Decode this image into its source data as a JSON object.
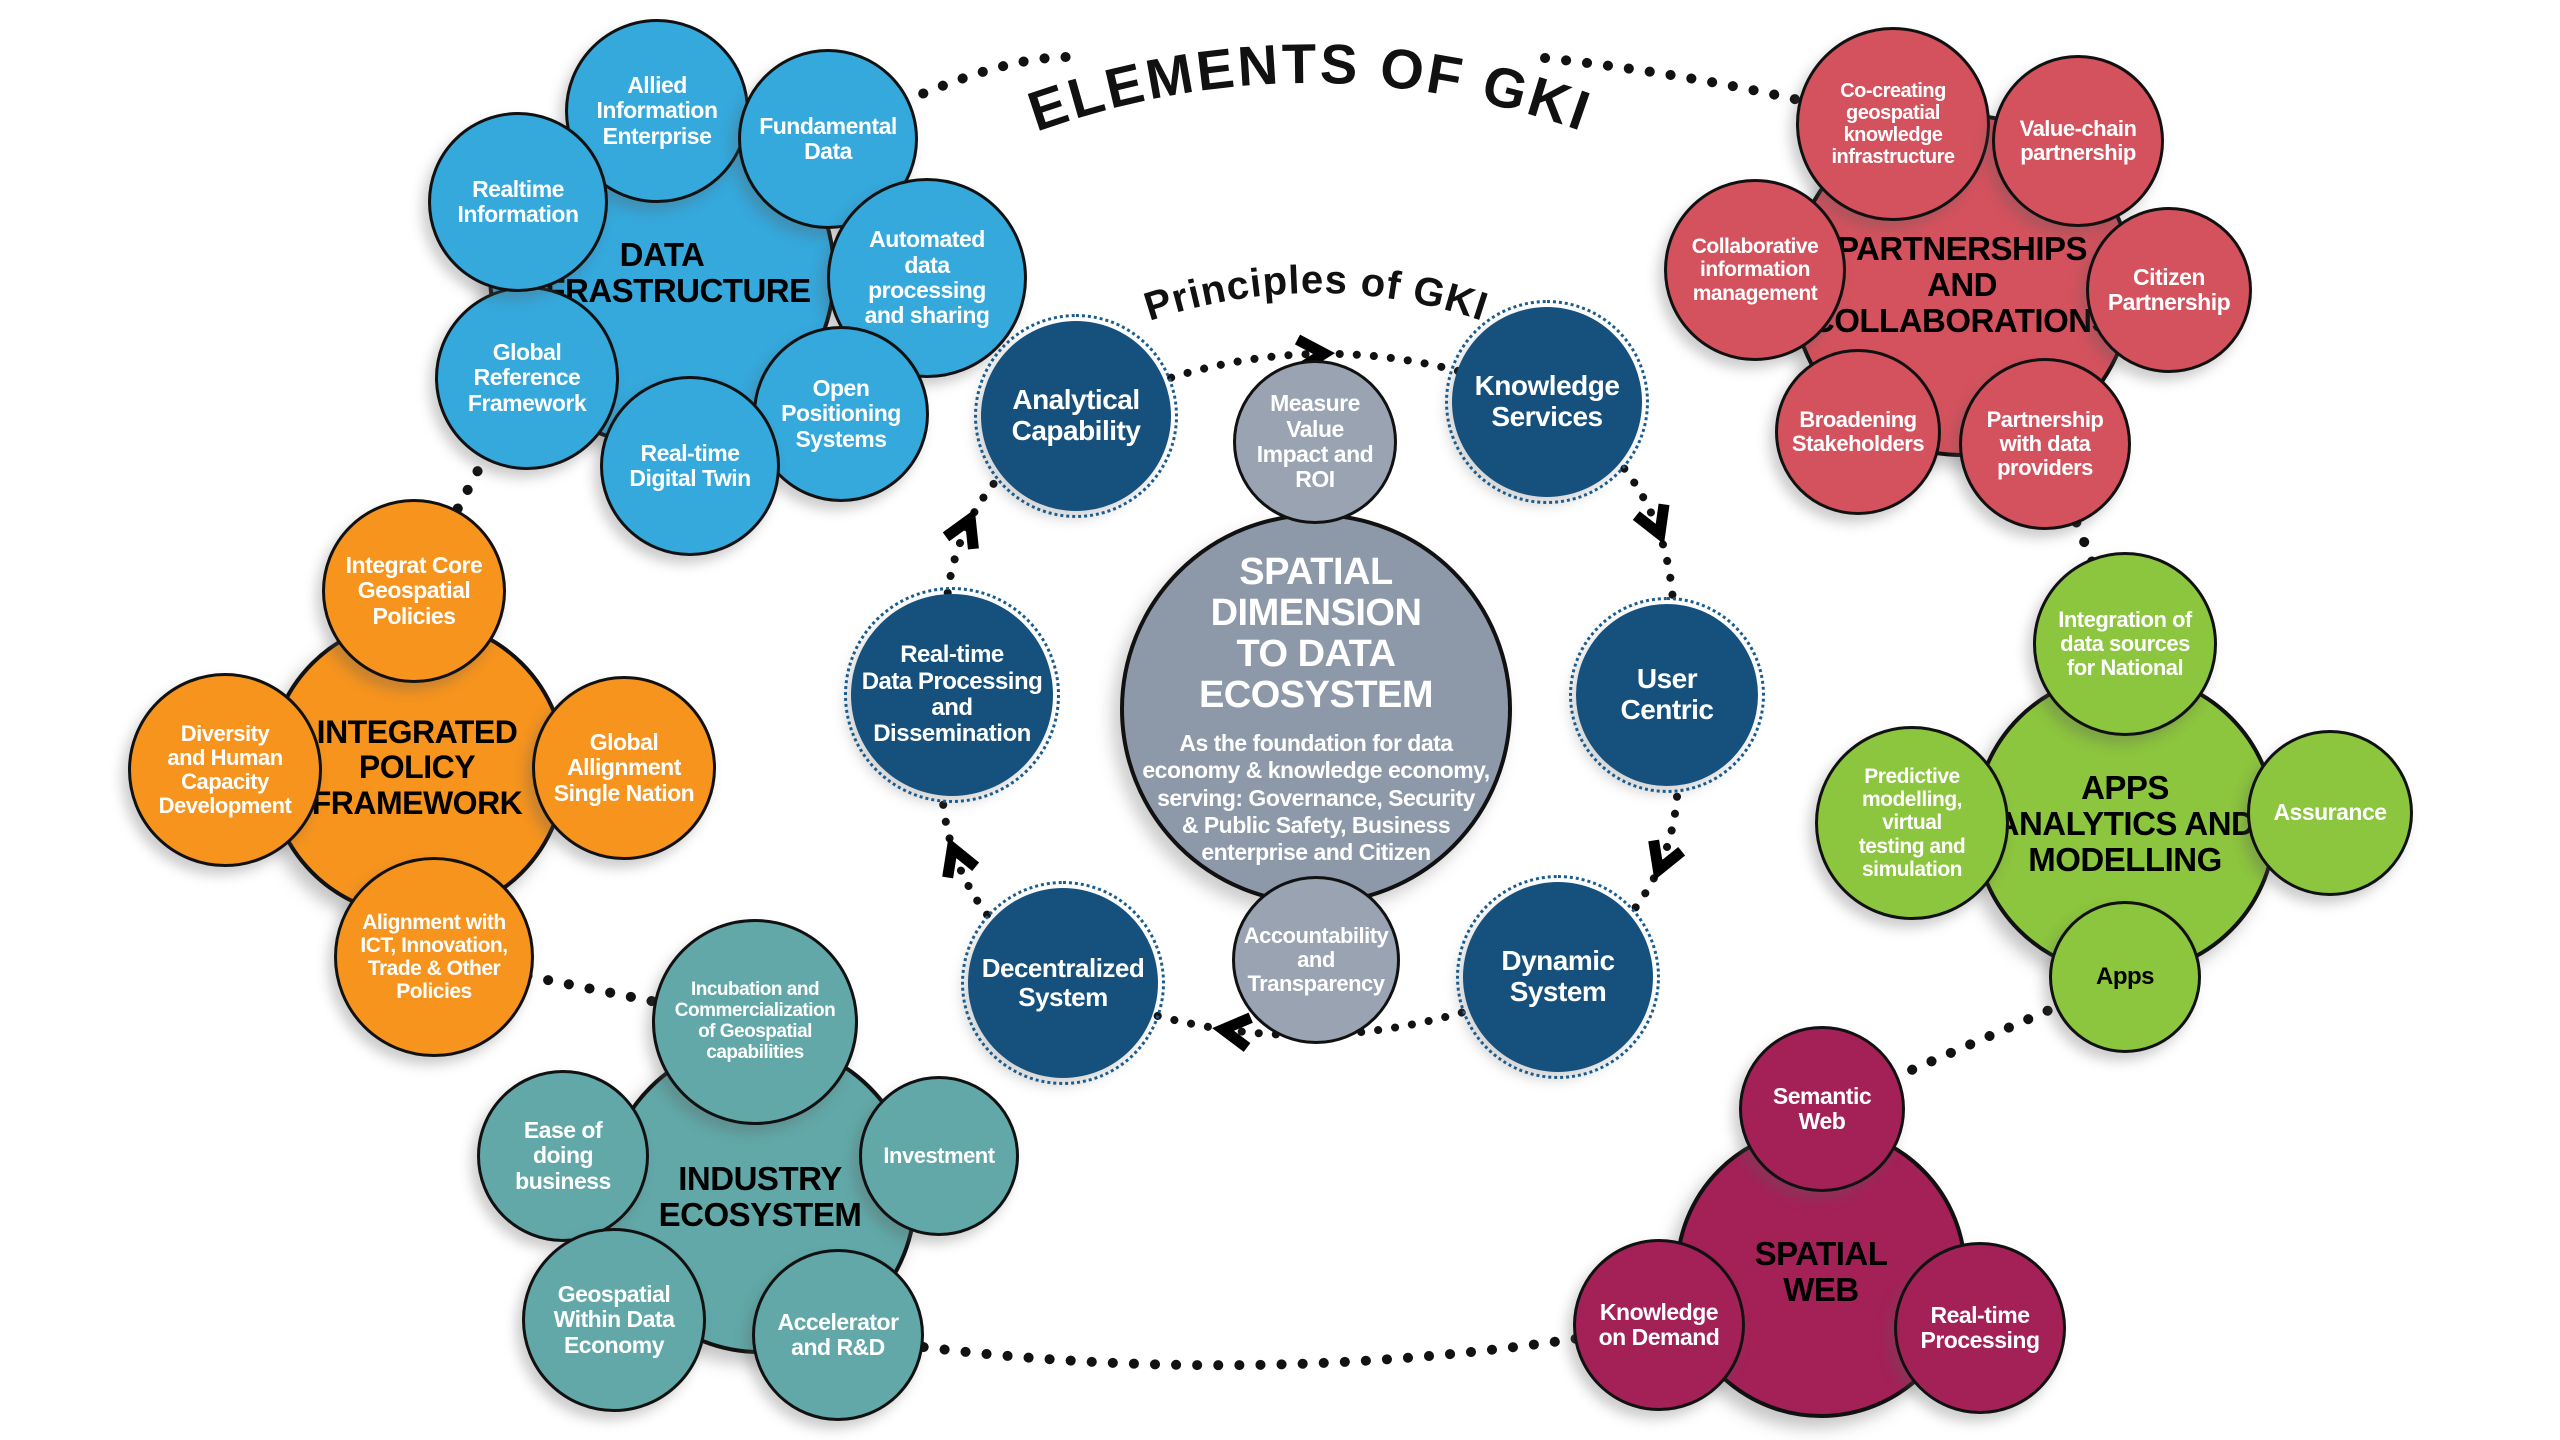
{
  "title": "ELEMENTS OF GKI",
  "subtitle": "Principles of GKI",
  "palette": {
    "data_infrastructure": "#35A8DC",
    "partnerships": "#D4525E",
    "integrated_policy": "#F6941E",
    "apps_analytics": "#8CC53E",
    "industry_ecosystem": "#62A8A8",
    "spatial_web": "#A42158",
    "principles": "#16517E",
    "center_hub": "#8D99A9",
    "value_nodes": "#99A3B2",
    "dots": "#121212"
  },
  "center": {
    "title": "SPATIAL\nDIMENSION\nTO DATA\nECOSYSTEM",
    "body": "As the foundation for data\neconomy & knowledge economy,\nserving: Governance, Security\n& Public Safety, Business\nenterprise and Citizen"
  },
  "inner_ring": {
    "principles": [
      {
        "label": "Analytical\nCapability"
      },
      {
        "label": "Knowledge\nServices"
      },
      {
        "label": "User\nCentric"
      },
      {
        "label": "Dynamic\nSystem"
      },
      {
        "label": "Decentralized\nSystem"
      },
      {
        "label": "Real-time\nData Processing\nand\nDissemination"
      }
    ],
    "values": [
      {
        "label": "Measure\nValue\nImpact and\nROI"
      },
      {
        "label": "Accountability\nand\nTransparency"
      }
    ]
  },
  "clusters": [
    {
      "id": "data-infrastructure",
      "label": "DATA\nINFRASTRUCTURE",
      "satellites": [
        "Allied\nInformation\nEnterprise",
        "Fundamental\nData",
        "Automated\ndata\nprocessing\nand sharing",
        "Open\nPositioning\nSystems",
        "Real-time\nDigital Twin",
        "Global\nReference\nFramework",
        "Realtime\nInformation"
      ]
    },
    {
      "id": "partnerships-and-collaborations",
      "label": "PARTNERSHIPS\nAND\nCOLLABORATIONS",
      "satellites": [
        "Co-creating\ngeospatial\nknowledge\ninfrastructure",
        "Value-chain\npartnership",
        "Citizen\nPartnership",
        "Partnership\nwith data\nproviders",
        "Broadening\nStakeholders",
        "Collaborative\ninformation\nmanagement"
      ]
    },
    {
      "id": "integrated-policy-framework",
      "label": "INTEGRATED\nPOLICY\nFRAMEWORK",
      "satellites": [
        "Integrat Core\nGeospatial\nPolicies",
        "Diversity\nand Human\nCapacity\nDevelopment",
        "Global\nAllignment\nSingle Nation",
        "Alignment with\nICT, Innovation,\nTrade & Other\nPolicies"
      ]
    },
    {
      "id": "apps-analytics-and-modelling",
      "label": "APPS\nANALYTICS AND\nMODELLING",
      "satellites": [
        "Integration of\ndata sources\nfor National",
        "Predictive\nmodelling,\nvirtual\ntesting and\nsimulation",
        "Assurance",
        "Apps"
      ]
    },
    {
      "id": "industry-ecosystem",
      "label": "INDUSTRY\nECOSYSTEM",
      "satellites": [
        "Incubation and\nCommercialization\nof Geospatial\ncapabilities",
        "Ease of\ndoing\nbusiness",
        "Investment",
        "Geospatial\nWithin Data\nEconomy",
        "Accelerator\nand R&D"
      ]
    },
    {
      "id": "spatial-web",
      "label": "SPATIAL\nWEB",
      "satellites": [
        "Semantic\nWeb",
        "Knowledge\non Demand",
        "Real-time\nProcessing"
      ]
    }
  ]
}
